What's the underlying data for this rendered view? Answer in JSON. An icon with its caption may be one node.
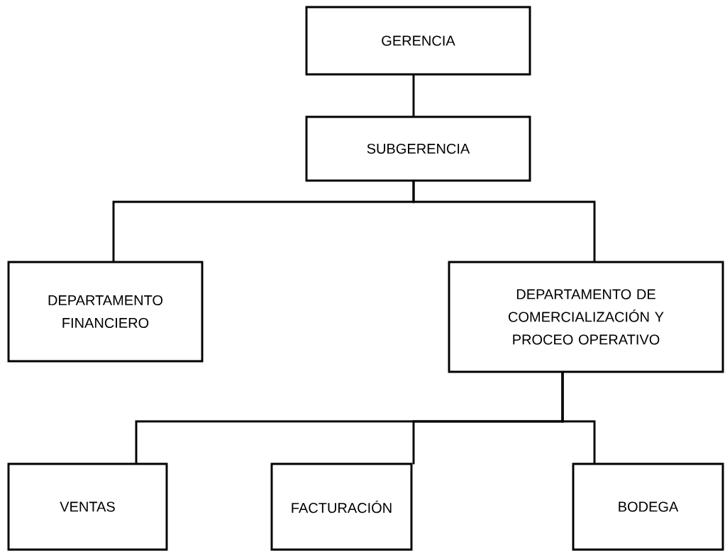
{
  "diagram": {
    "nodes": [
      {
        "text": [
          "GERENCIA"
        ]
      },
      {
        "text": [
          "SUBGERENCIA"
        ]
      },
      {
        "text": [
          "DEPARTAMENTO FINANCIERO"
        ]
      },
      {
        "text": [
          "DEPARTAMENTO DE COMERCIALIZACIÓN Y PROCEO OPERATIVO"
        ]
      },
      {
        "text": [
          "VENTAS"
        ]
      },
      {
        "text": [
          "FACTURACIÓN"
        ]
      },
      {
        "text": [
          "BODEGA"
        ]
      }
    ],
    "edges": [
      {
        "from": 0,
        "to": 1,
        "arrow": "none"
      },
      {
        "from": 1,
        "to": 2,
        "arrow": "none"
      },
      {
        "from": 1,
        "to": 3,
        "arrow": "none"
      },
      {
        "from": 3,
        "to": 4,
        "arrow": "none"
      },
      {
        "from": 3,
        "to": 5,
        "arrow": "none"
      },
      {
        "from": 3,
        "to": 6,
        "arrow": "none"
      }
    ]
  }
}
